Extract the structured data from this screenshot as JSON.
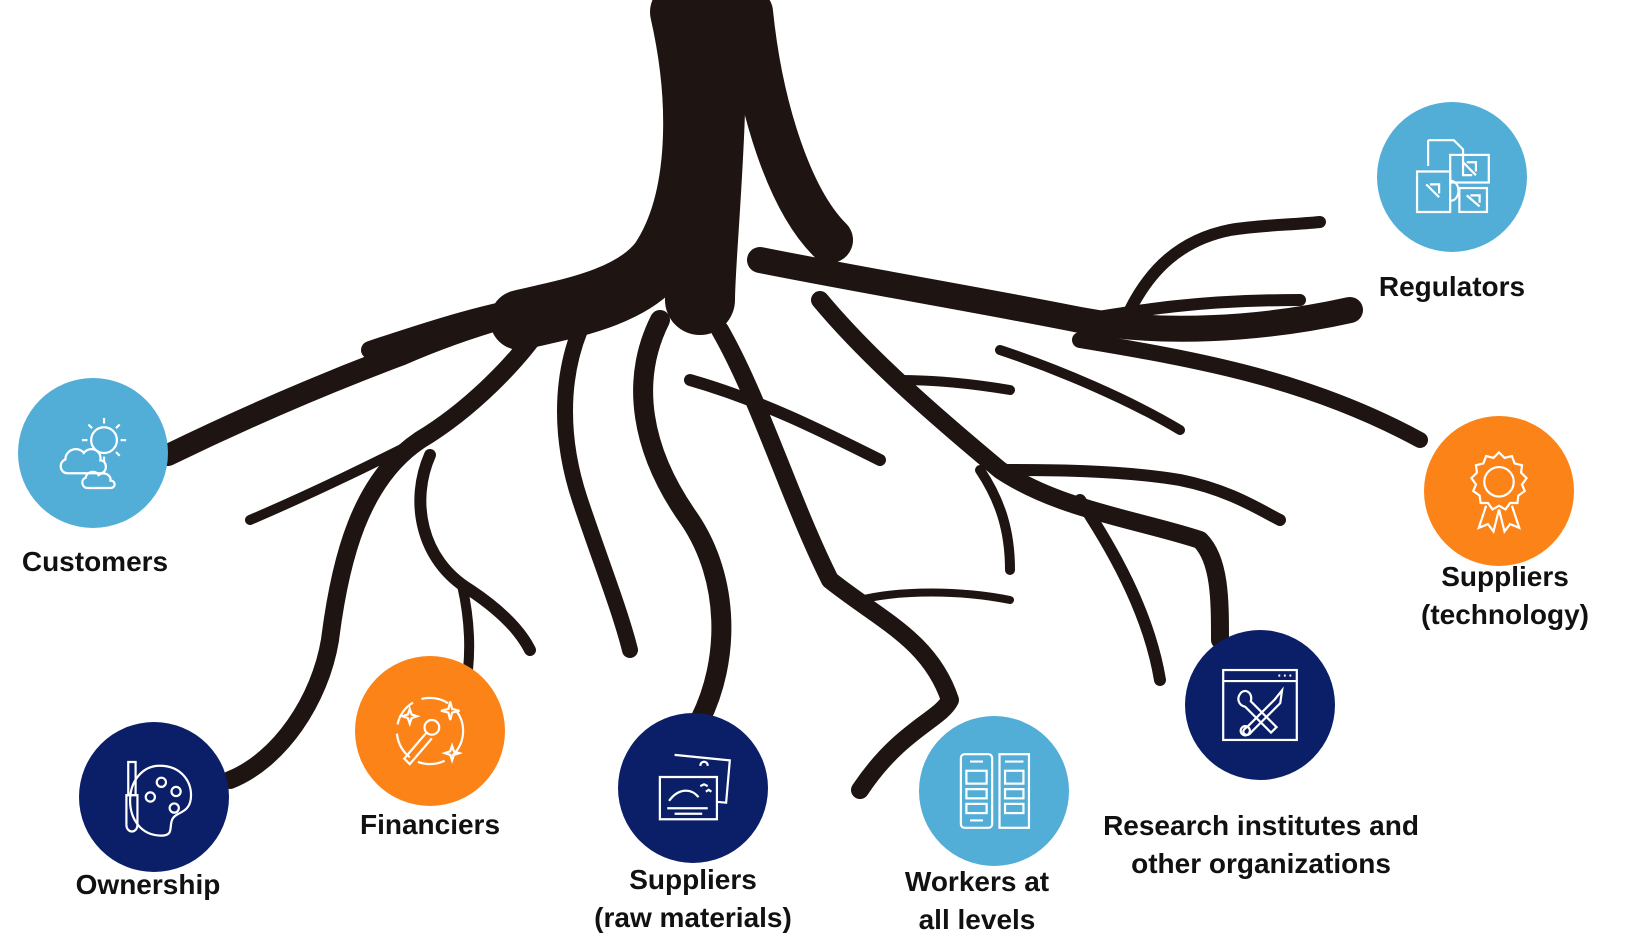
{
  "colors": {
    "roots": "#1e1412",
    "light_blue": "#52add7",
    "orange": "#fb8317",
    "navy": "#0b1f69",
    "icon_stroke": "#ffffff",
    "label_text": "#111111"
  },
  "stakeholders": [
    {
      "id": "customers",
      "lines": [
        "Customers"
      ],
      "color": "light_blue",
      "icon": "weather-cloud-sun-icon"
    },
    {
      "id": "ownership",
      "lines": [
        "Ownership"
      ],
      "color": "navy",
      "icon": "palette-brush-icon"
    },
    {
      "id": "financiers",
      "lines": [
        "Financiers"
      ],
      "color": "orange",
      "icon": "magic-wand-sparkle-icon"
    },
    {
      "id": "suppliers-raw",
      "lines": [
        "Suppliers",
        "(raw materials)"
      ],
      "color": "navy",
      "icon": "landscape-photos-icon"
    },
    {
      "id": "workers",
      "lines": [
        "Workers at",
        "all levels"
      ],
      "color": "light_blue",
      "icon": "mobile-app-wireframe-icon"
    },
    {
      "id": "research",
      "lines": [
        "Research institutes and",
        "other organizations"
      ],
      "color": "navy",
      "icon": "browser-tools-icon"
    },
    {
      "id": "suppliers-tech",
      "lines": [
        "Suppliers",
        "(technology)"
      ],
      "color": "orange",
      "icon": "award-badge-icon"
    },
    {
      "id": "regulators",
      "lines": [
        "Regulators"
      ],
      "color": "light_blue",
      "icon": "branding-stationery-icon"
    }
  ]
}
